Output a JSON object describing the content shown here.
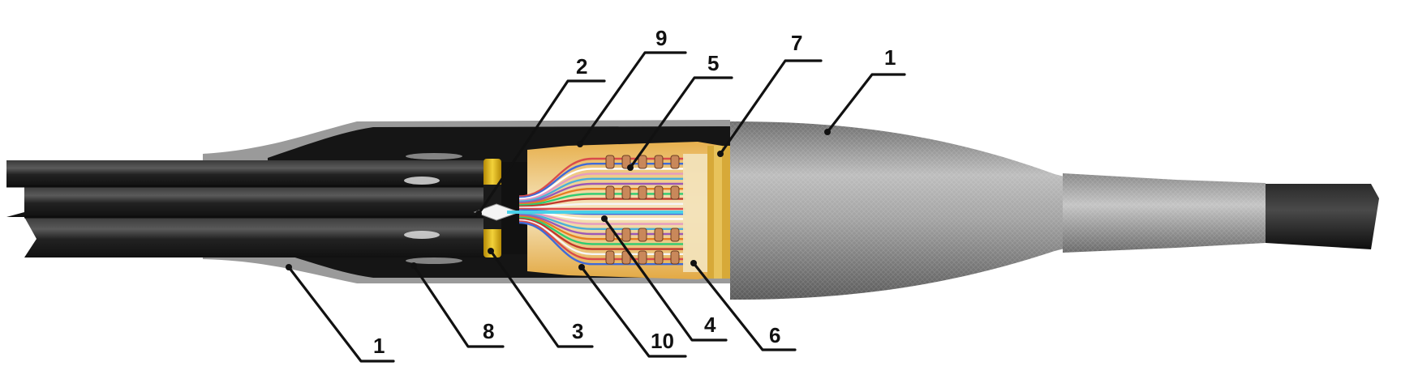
{
  "callouts": [
    {
      "id": "c1-top",
      "label": "1"
    },
    {
      "id": "c2",
      "label": "2"
    },
    {
      "id": "c9",
      "label": "9"
    },
    {
      "id": "c5",
      "label": "5"
    },
    {
      "id": "c7",
      "label": "7"
    },
    {
      "id": "c1-bottom",
      "label": "1"
    },
    {
      "id": "c8",
      "label": "8"
    },
    {
      "id": "c3",
      "label": "3"
    },
    {
      "id": "c10",
      "label": "10"
    },
    {
      "id": "c4",
      "label": "4"
    },
    {
      "id": "c6",
      "label": "6"
    }
  ],
  "colors": {
    "cable": "#2b2b2b",
    "sleeve": "#8e8e8e",
    "sleeve_dark": "#1f1f1f",
    "ring_yellow": "#e8c21a",
    "core_fill": "#f1d9a6",
    "compound": "#d9a64a",
    "leader": "#111111"
  }
}
